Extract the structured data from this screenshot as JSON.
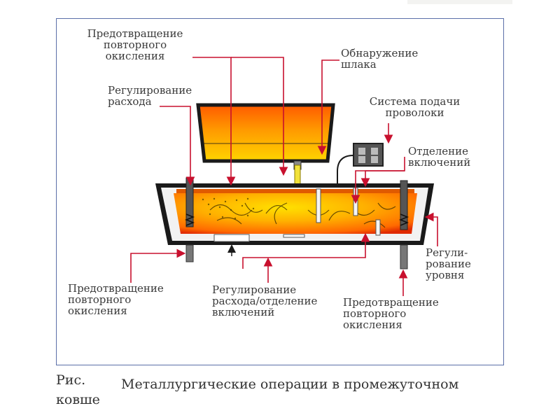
{
  "labels": {
    "reox_top": "Предотвращение\nповторного\nокисления",
    "slag": "Обнаружение\nшлака",
    "flow_ctrl": "Регулирование\nрасхода",
    "wire": "Система подачи\nпроволоки",
    "inclusions": "Отделение\nвключений",
    "level": "Регули-\nрование\nуровня",
    "reox_left": "Предотвращение\nповторного\nокисления",
    "flow_incl": "Регулирование\nрасхода/отделение\nвключений",
    "reox_right": "Предотвращение\nповторного\nокисления"
  },
  "caption": {
    "fig": "Рис.",
    "text": "Металлургические операции в промежуточном",
    "text2": "ковше"
  },
  "colors": {
    "arrow": "#c8102e",
    "frame": "#5a6fa8",
    "steel_hot": "#ff8a00",
    "steel_mid": "#ffcc00",
    "steel_dark": "#e03a00",
    "vessel": "#1a1a1a",
    "lining": "#f2f2f2"
  }
}
